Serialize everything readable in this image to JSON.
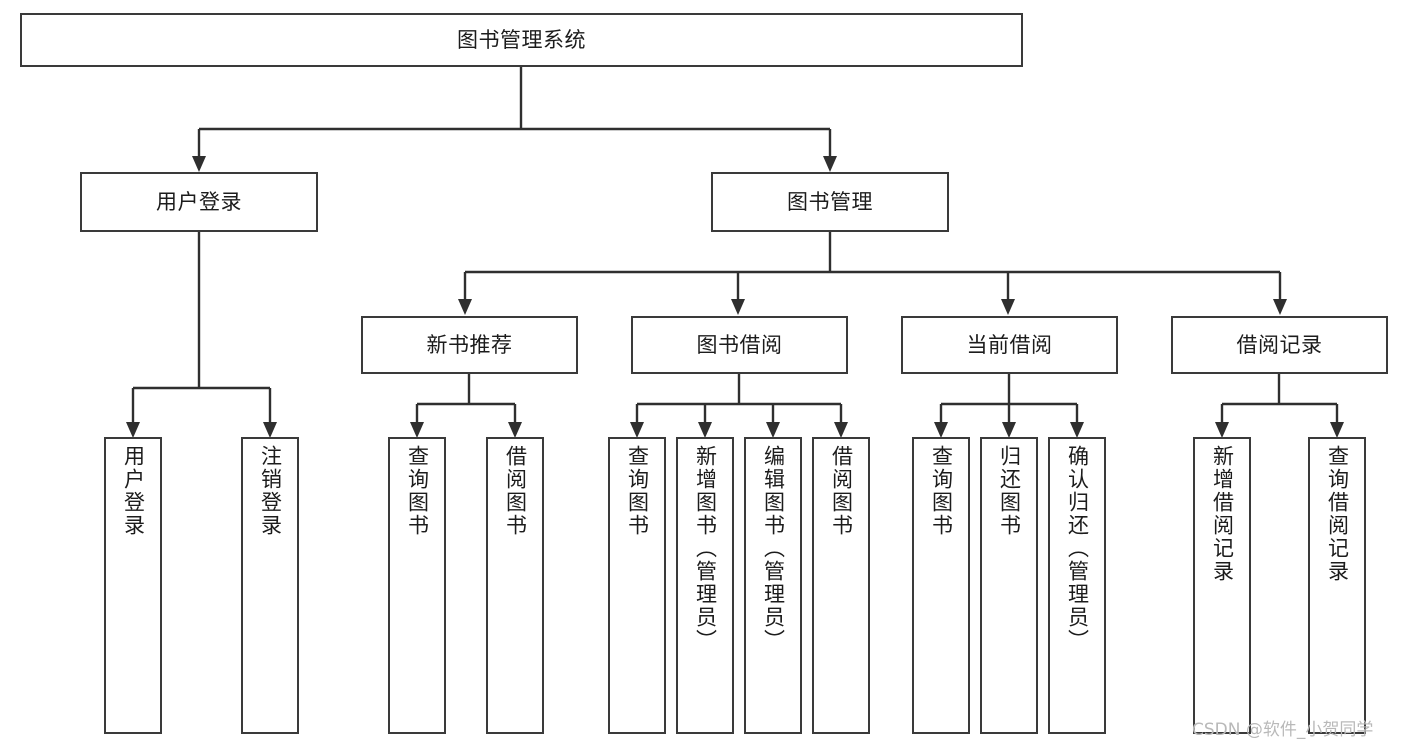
{
  "diagram": {
    "title": "图书管理系统",
    "root": {
      "label": "图书管理系统"
    },
    "level2": [
      {
        "label": "用户登录"
      },
      {
        "label": "图书管理"
      }
    ],
    "level3": [
      {
        "label": "新书推荐"
      },
      {
        "label": "图书借阅"
      },
      {
        "label": "当前借阅"
      },
      {
        "label": "借阅记录"
      }
    ],
    "leaves": {
      "user_login": [
        {
          "label": "用户登录"
        },
        {
          "label": "注销登录"
        }
      ],
      "new_book": [
        {
          "label": "查询图书"
        },
        {
          "label": "借阅图书"
        }
      ],
      "borrow_book": [
        {
          "label": "查询图书"
        },
        {
          "label": "新增图书（管理员）"
        },
        {
          "label": "编辑图书（管理员）"
        },
        {
          "label": "借阅图书"
        }
      ],
      "current_borrow": [
        {
          "label": "查询图书"
        },
        {
          "label": "归还图书"
        },
        {
          "label": "确认归还（管理员）"
        }
      ],
      "borrow_record": [
        {
          "label": "新增借阅记录"
        },
        {
          "label": "查询借阅记录"
        }
      ]
    }
  },
  "watermark": {
    "text": "CSDN @软件_小贺同学"
  },
  "colors": {
    "box_border": "#3a3a3a",
    "connector": "#2f2f2f",
    "text": "#1c1c1c",
    "background": "#ffffff",
    "watermark": "#b9b9b9"
  }
}
